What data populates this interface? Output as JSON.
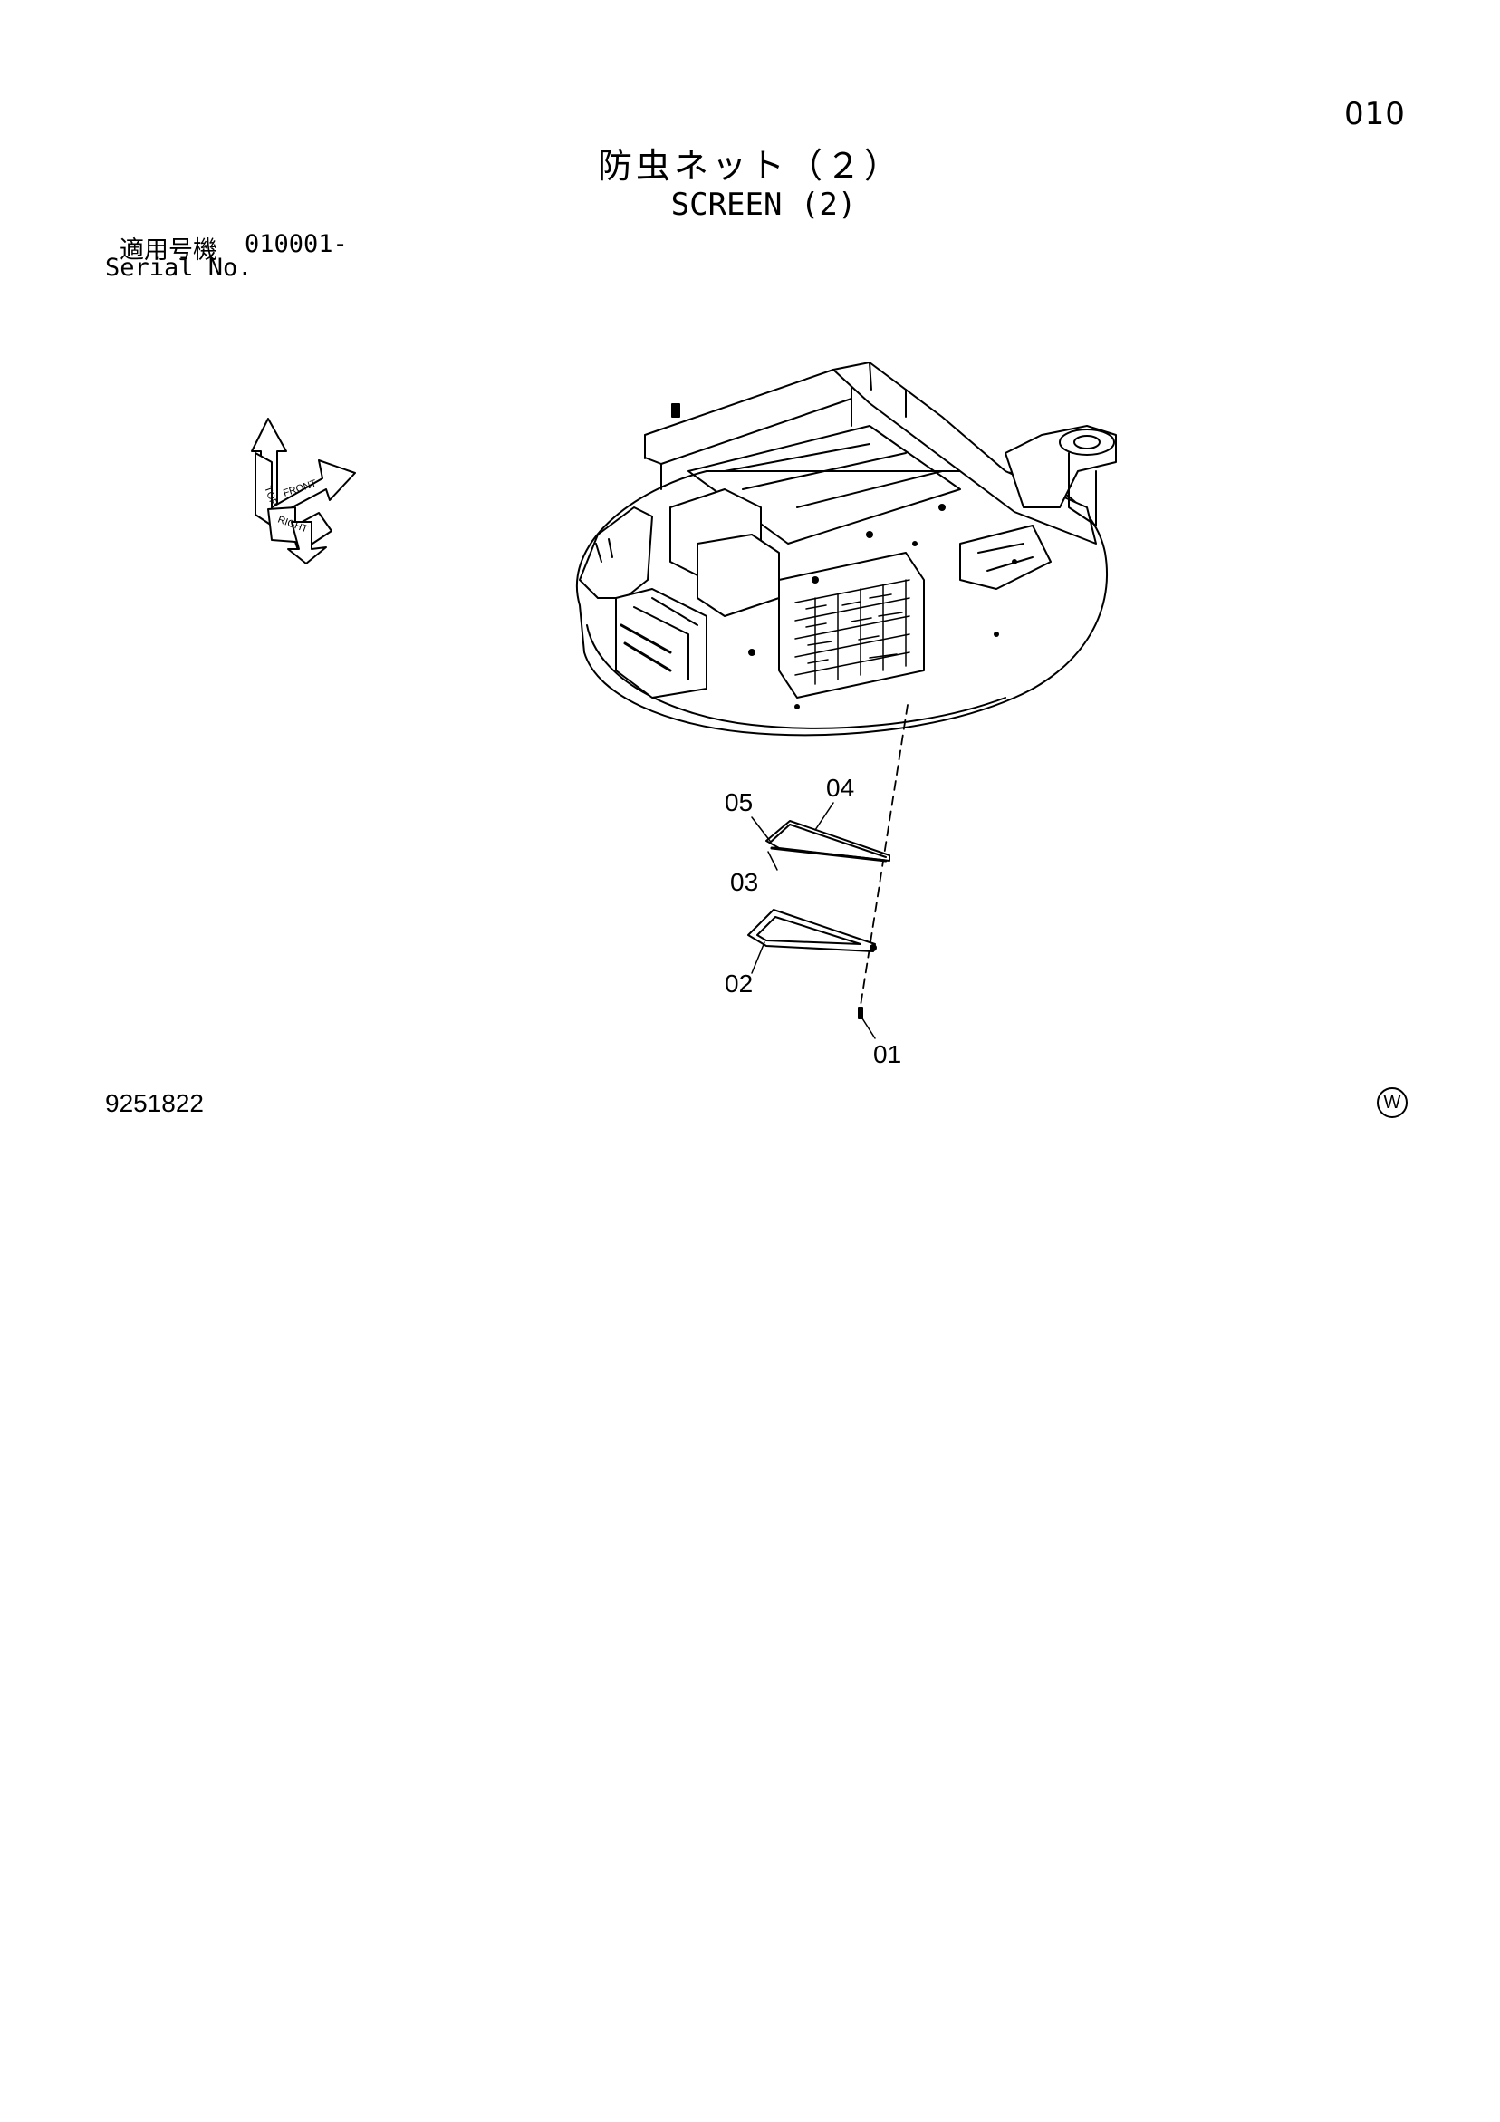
{
  "header": {
    "page_number": "010",
    "title_jp": "防虫ネット（２）",
    "title_en": "SCREEN (2)"
  },
  "serial": {
    "label_jp": "適用号機",
    "label_en": "Serial No.",
    "range": "010001-"
  },
  "orientation_icon": {
    "labels": [
      "TOP",
      "FRONT",
      "RIGHT"
    ]
  },
  "callouts": {
    "c05": "05",
    "c04": "04",
    "c03": "03",
    "c02": "02",
    "c01": "01"
  },
  "footer": {
    "document_number": "9251822",
    "brand_mark": "W"
  }
}
